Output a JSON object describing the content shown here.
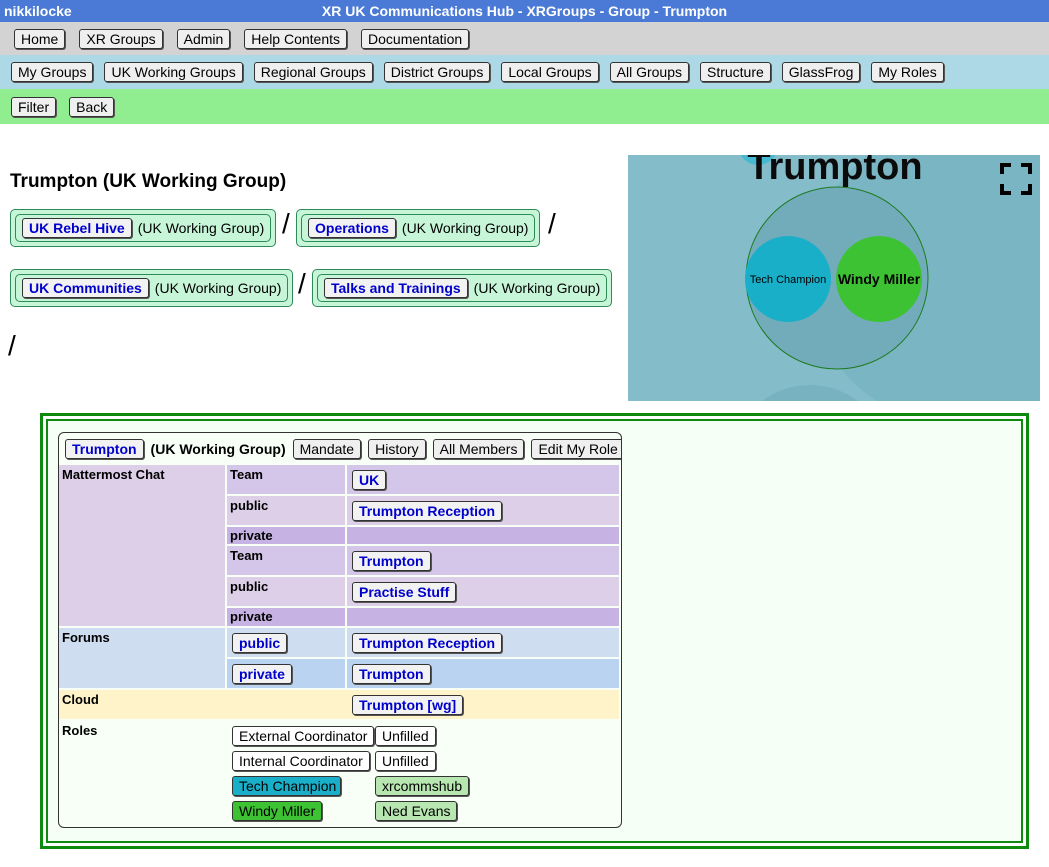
{
  "window": {
    "user": "nikkilocke",
    "title": "XR UK Communications Hub - XRGroups - Group - Trumpton"
  },
  "nav_main": [
    "Home",
    "XR Groups",
    "Admin",
    "Help Contents",
    "Documentation"
  ],
  "nav_groups": [
    "My Groups",
    "UK Working Groups",
    "Regional Groups",
    "District Groups",
    "Local Groups",
    "All Groups",
    "Structure",
    "GlassFrog",
    "My Roles"
  ],
  "nav_actions": [
    "Filter",
    "Back"
  ],
  "page_title": "Trumpton (UK Working Group)",
  "breadcrumbs": [
    {
      "link": "UK Rebel Hive",
      "type": "(UK Working Group)"
    },
    {
      "link": "Operations",
      "type": "(UK Working Group)"
    },
    {
      "link": "UK Communities",
      "type": "(UK Working Group)"
    },
    {
      "link": "Talks and Trainings",
      "type": "(UK Working Group)"
    }
  ],
  "separator": "/",
  "diagram": {
    "title": "Trumpton",
    "circles": [
      {
        "label": "Tech Champion",
        "color": "#1aafc9"
      },
      {
        "label": "Windy Miller",
        "color": "#3cc232"
      }
    ]
  },
  "group": {
    "name": "Trumpton",
    "type": "(UK Working Group)",
    "actions": [
      "Mandate",
      "History",
      "All Members",
      "Edit My Role"
    ]
  },
  "sections": {
    "mattermost": "Mattermost Chat",
    "forums": "Forums",
    "cloud": "Cloud",
    "roles": "Roles"
  },
  "mm_rows": [
    {
      "label": "Team",
      "value": "UK"
    },
    {
      "label": "public",
      "value": "Trumpton Reception"
    },
    {
      "label": "private",
      "value": ""
    },
    {
      "label": "Team",
      "value": "Trumpton"
    },
    {
      "label": "public",
      "value": "Practise Stuff"
    },
    {
      "label": "private",
      "value": ""
    }
  ],
  "forum_rows": [
    {
      "label": "public",
      "value": "Trumpton Reception"
    },
    {
      "label": "private",
      "value": "Trumpton"
    }
  ],
  "cloud_value": "Trumpton [wg]",
  "roles": [
    {
      "role": "External Coordinator",
      "holder": "Unfilled",
      "role_color": "#ffffff",
      "holder_color": "#ffffff"
    },
    {
      "role": "Internal Coordinator",
      "holder": "Unfilled",
      "role_color": "#ffffff",
      "holder_color": "#ffffff"
    },
    {
      "role": "Tech Champion",
      "holder": "xrcommshub",
      "role_color": "#1aafc9",
      "holder_color": "#b7e6b0"
    },
    {
      "role": "Windy Miller",
      "holder": "Ned Evans",
      "role_color": "#3cc232",
      "holder_color": "#b7e6b0"
    }
  ]
}
